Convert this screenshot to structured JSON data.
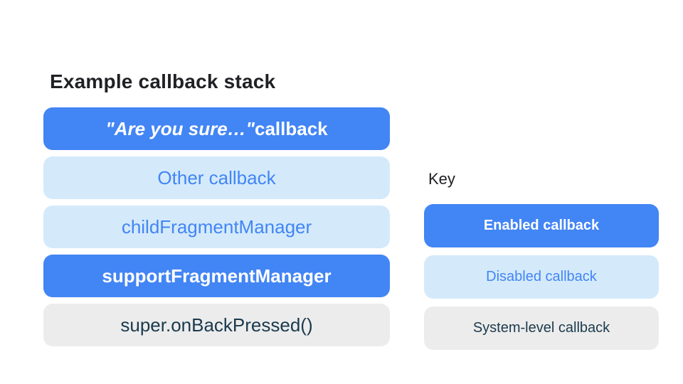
{
  "title": "Example callback stack",
  "stack": {
    "items": [
      {
        "quote": "\"Are you sure…\"",
        "rest": " callback",
        "type": "enabled"
      },
      {
        "label": "Other callback",
        "type": "disabled"
      },
      {
        "label": "childFragmentManager",
        "type": "disabled"
      },
      {
        "label": "supportFragmentManager",
        "type": "enabled"
      },
      {
        "label": "super.onBackPressed()",
        "type": "system"
      }
    ]
  },
  "key": {
    "heading": "Key",
    "items": [
      {
        "label": "Enabled callback",
        "type": "enabled"
      },
      {
        "label": "Disabled callback",
        "type": "disabled"
      },
      {
        "label": "System-level callback",
        "type": "system"
      }
    ]
  },
  "colors": {
    "enabled_bg": "#4285F4",
    "disabled_bg": "#D4EAFB",
    "system_bg": "#ECECEC",
    "enabled_text": "#FFFFFF",
    "disabled_text": "#4285F4",
    "system_text": "#1B3A4D",
    "heading_text": "#202124",
    "background": "#FFFFFF"
  }
}
